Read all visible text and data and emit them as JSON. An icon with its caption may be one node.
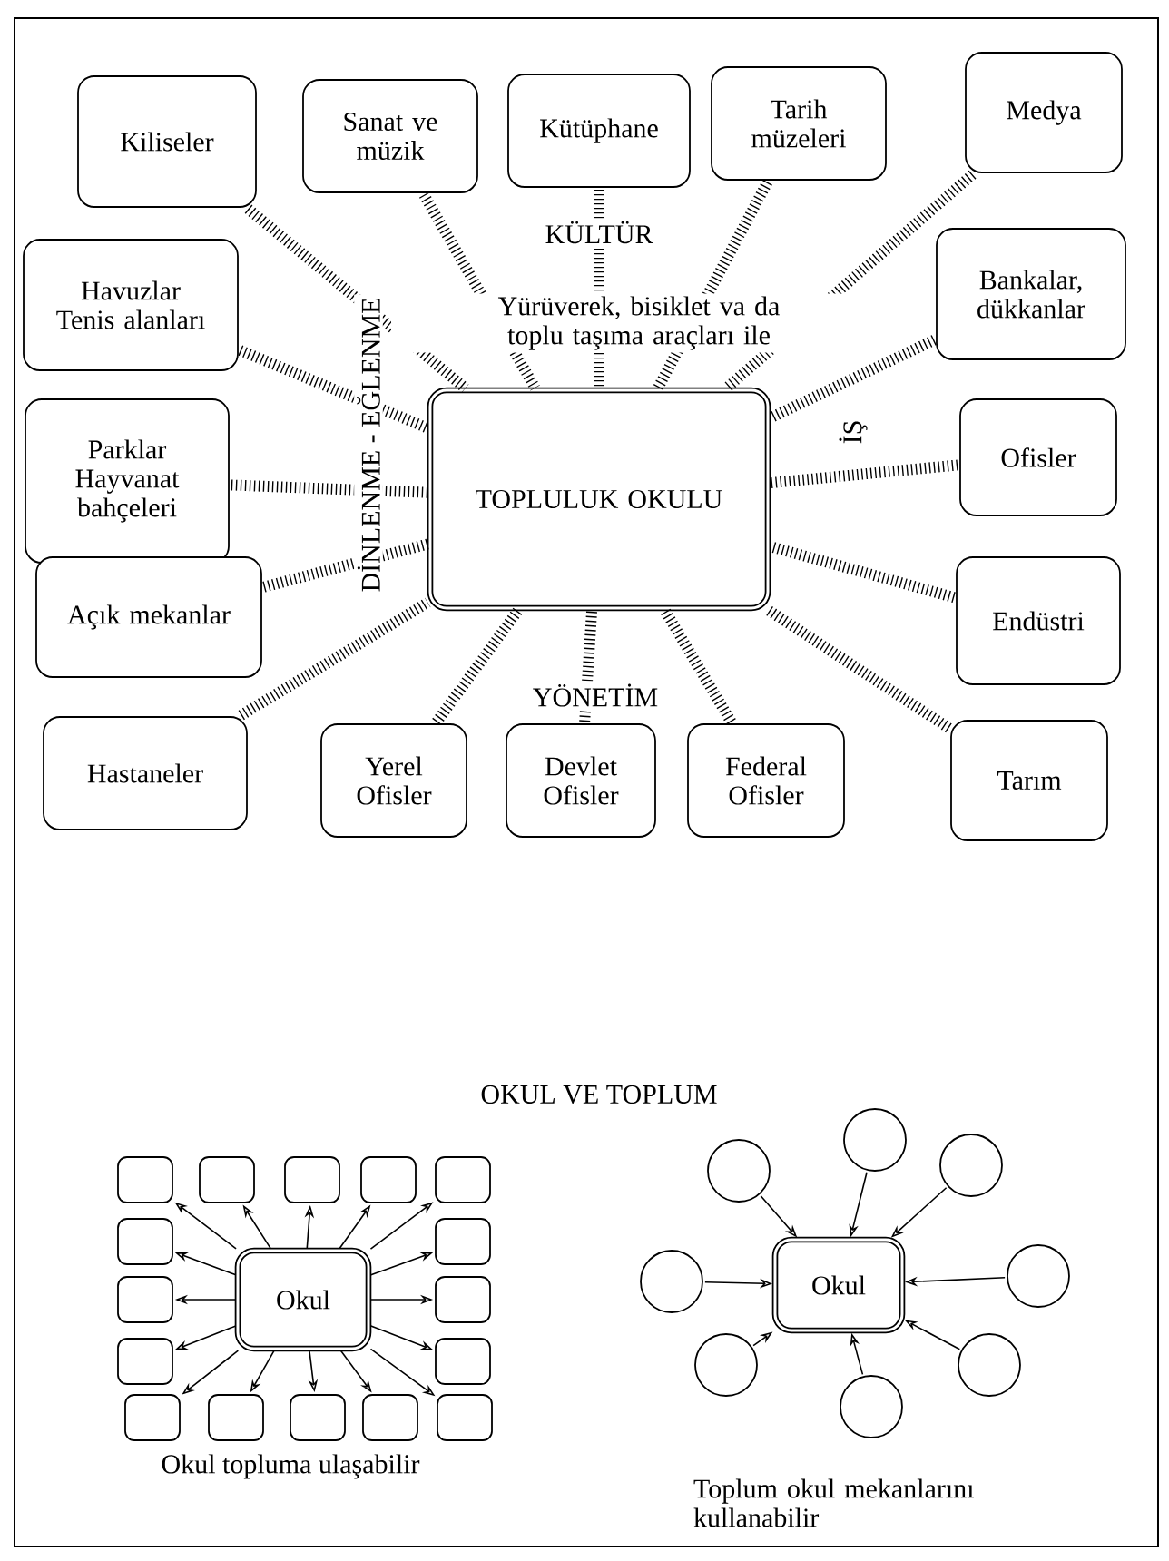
{
  "diagram": {
    "nodes": [
      {
        "text": [
          "Kiliseler"
        ]
      },
      {
        "text": [
          "Sanat ve müzik"
        ]
      },
      {
        "text": [
          "Kütüphane"
        ]
      },
      {
        "text": [
          "Tarih müzeleri"
        ]
      },
      {
        "text": [
          "Medya"
        ]
      },
      {
        "text": [
          "Havuzlar Tenis alanları"
        ]
      },
      {
        "text": [
          "Bankalar, dükkanlar"
        ]
      },
      {
        "text": [
          "Parklar Hayvanat bahçeleri"
        ]
      },
      {
        "text": [
          "TOPLULUK OKULU"
        ]
      },
      {
        "text": [
          "Ofisler"
        ]
      },
      {
        "text": [
          "Açık mekanlar"
        ]
      },
      {
        "text": [
          "Endüstri"
        ]
      },
      {
        "text": [
          "Hastaneler"
        ]
      },
      {
        "text": [
          "Yerel Ofisler"
        ]
      },
      {
        "text": [
          "Devlet Ofisler"
        ]
      },
      {
        "text": [
          "Federal Ofisler"
        ]
      },
      {
        "text": [
          "Tarım"
        ]
      },
      {
        "text": [],
        "shape": "box"
      },
      {
        "text": [],
        "shape": "box"
      },
      {
        "text": [],
        "shape": "box"
      },
      {
        "text": [],
        "shape": "box"
      },
      {
        "text": [],
        "shape": "box"
      },
      {
        "text": [],
        "shape": "box"
      },
      {
        "text": [],
        "shape": "box"
      },
      {
        "text": [],
        "shape": "box"
      },
      {
        "text": [
          "Okul"
        ]
      },
      {
        "text": [],
        "shape": "box"
      },
      {
        "text": [],
        "shape": "box"
      },
      {
        "text": [],
        "shape": "box"
      },
      {
        "text": [],
        "shape": "box"
      },
      {
        "text": [],
        "shape": "box"
      },
      {
        "text": [],
        "shape": "box"
      },
      {
        "text": [],
        "shape": "box"
      },
      {
        "text": [],
        "shape": "box"
      },
      {
        "text": [],
        "shape": "circle"
      },
      {
        "text": [],
        "shape": "circle"
      },
      {
        "text": [],
        "shape": "circle"
      },
      {
        "text": [],
        "shape": "circle"
      },
      {
        "text": [
          "Okul"
        ]
      },
      {
        "text": [],
        "shape": "circle"
      },
      {
        "text": [],
        "shape": "circle"
      },
      {
        "text": [],
        "shape": "circle"
      },
      {
        "text": [],
        "shape": "circle"
      }
    ],
    "edges": [
      {
        "from": 0,
        "to": 8,
        "arrow": "none",
        "style": "dashed"
      },
      {
        "from": 1,
        "to": 8,
        "arrow": "none",
        "style": "dashed"
      },
      {
        "from": 2,
        "to": 8,
        "arrow": "none",
        "style": "dashed"
      },
      {
        "from": 3,
        "to": 8,
        "arrow": "none",
        "style": "dashed"
      },
      {
        "from": 4,
        "to": 8,
        "arrow": "none",
        "style": "dashed"
      },
      {
        "from": 5,
        "to": 8,
        "arrow": "none",
        "style": "dashed"
      },
      {
        "from": 6,
        "to": 8,
        "arrow": "none",
        "style": "dashed"
      },
      {
        "from": 7,
        "to": 8,
        "arrow": "none",
        "style": "dashed"
      },
      {
        "from": 9,
        "to": 8,
        "arrow": "none",
        "style": "dashed"
      },
      {
        "from": 10,
        "to": 8,
        "arrow": "none",
        "style": "dashed"
      },
      {
        "from": 11,
        "to": 8,
        "arrow": "none",
        "style": "dashed"
      },
      {
        "from": 12,
        "to": 8,
        "arrow": "none",
        "style": "dashed"
      },
      {
        "from": 13,
        "to": 8,
        "arrow": "none",
        "style": "dashed"
      },
      {
        "from": 14,
        "to": 8,
        "arrow": "none",
        "style": "dashed"
      },
      {
        "from": 15,
        "to": 8,
        "arrow": "none",
        "style": "dashed"
      },
      {
        "from": 16,
        "to": 8,
        "arrow": "none",
        "style": "dashed"
      },
      {
        "from": 25,
        "to": 17,
        "arrow": "to"
      },
      {
        "from": 25,
        "to": 18,
        "arrow": "to"
      },
      {
        "from": 25,
        "to": 19,
        "arrow": "to"
      },
      {
        "from": 25,
        "to": 20,
        "arrow": "to"
      },
      {
        "from": 25,
        "to": 21,
        "arrow": "to"
      },
      {
        "from": 25,
        "to": 22,
        "arrow": "to"
      },
      {
        "from": 25,
        "to": 23,
        "arrow": "to"
      },
      {
        "from": 25,
        "to": 24,
        "arrow": "to"
      },
      {
        "from": 25,
        "to": 26,
        "arrow": "to"
      },
      {
        "from": 25,
        "to": 27,
        "arrow": "to"
      },
      {
        "from": 25,
        "to": 28,
        "arrow": "to"
      },
      {
        "from": 25,
        "to": 29,
        "arrow": "to"
      },
      {
        "from": 25,
        "to": 30,
        "arrow": "to"
      },
      {
        "from": 25,
        "to": 31,
        "arrow": "to"
      },
      {
        "from": 25,
        "to": 32,
        "arrow": "to"
      },
      {
        "from": 25,
        "to": 33,
        "arrow": "to"
      },
      {
        "from": 34,
        "to": 38,
        "arrow": "to"
      },
      {
        "from": 35,
        "to": 38,
        "arrow": "to"
      },
      {
        "from": 36,
        "to": 38,
        "arrow": "to"
      },
      {
        "from": 37,
        "to": 38,
        "arrow": "to"
      },
      {
        "from": 39,
        "to": 38,
        "arrow": "to"
      },
      {
        "from": 40,
        "to": 38,
        "arrow": "to"
      },
      {
        "from": 41,
        "to": 38,
        "arrow": "to"
      },
      {
        "from": 42,
        "to": 38,
        "arrow": "to"
      }
    ],
    "labels": [
      "KÜLTÜR",
      "Yürüverek, bisiklet va da toplu taşıma araçları ile",
      "DİNLENME - EĞLENME",
      "İŞ",
      "YÖNETİM",
      "OKUL VE TOPLUM",
      "Okul topluma ulaşabilir",
      "Toplum okul mekanlarını kullanabilir"
    ]
  }
}
